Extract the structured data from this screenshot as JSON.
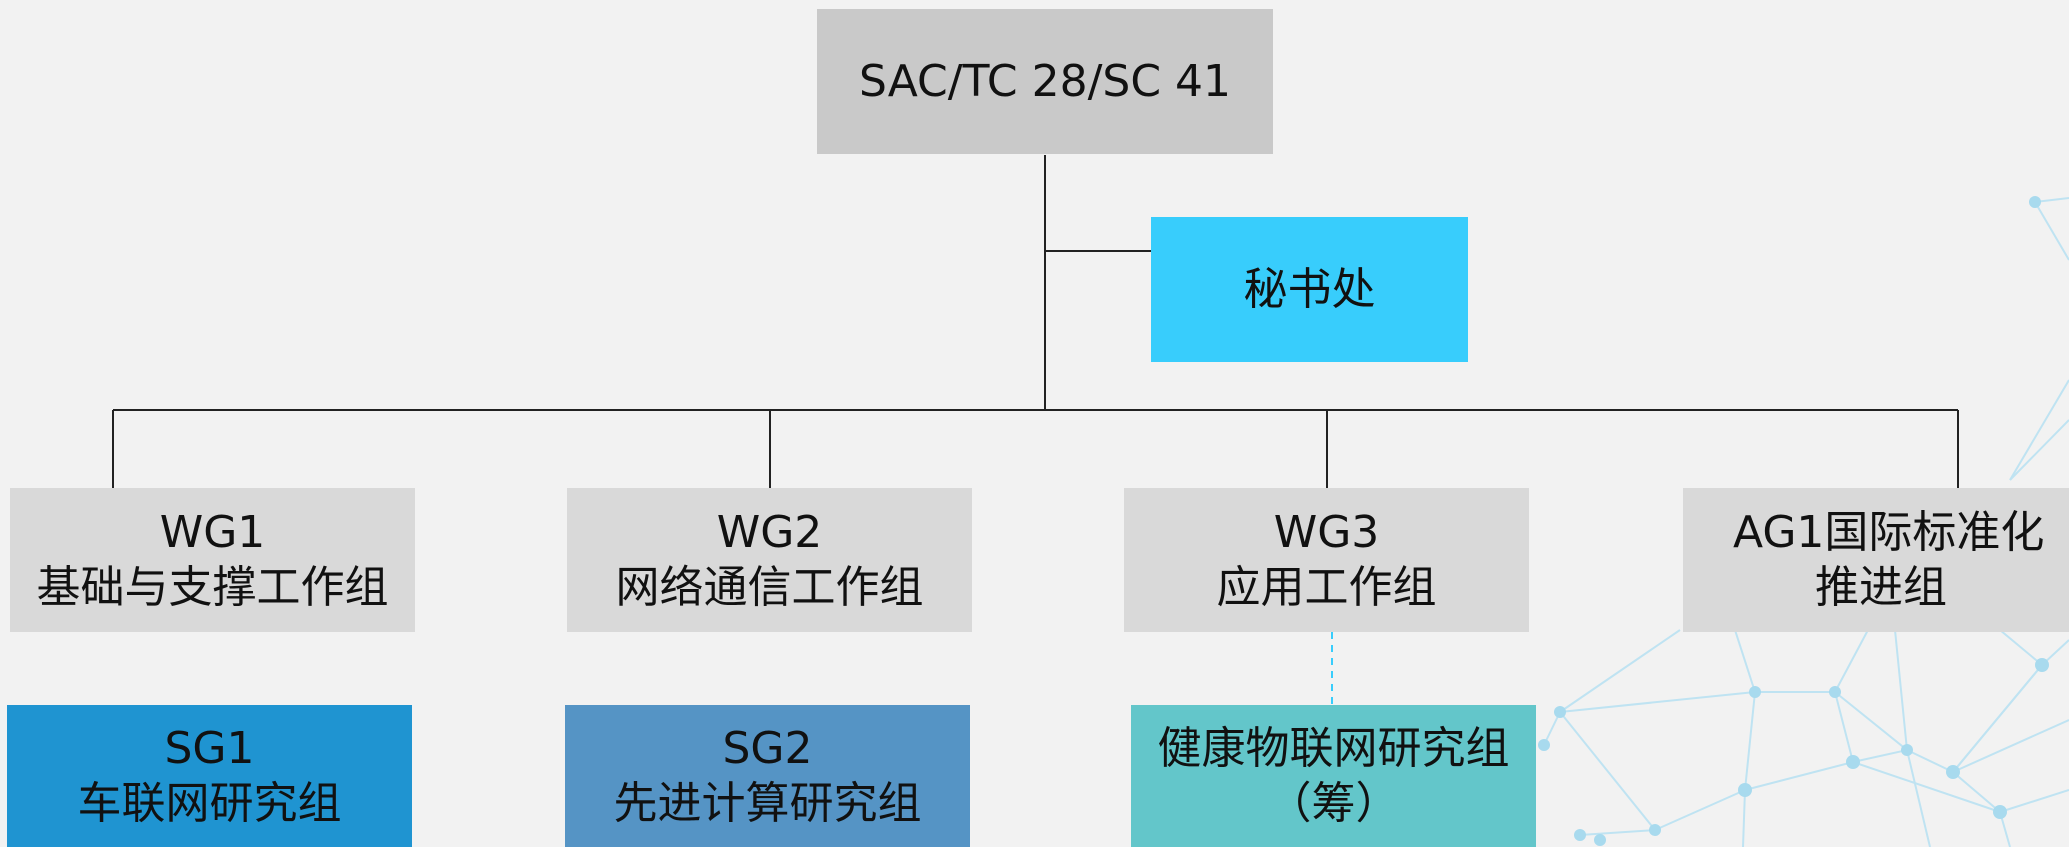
{
  "diagram": {
    "root": {
      "label": "SAC/TC 28/SC 41"
    },
    "secretariat": {
      "label": "秘书处"
    },
    "working_groups": [
      {
        "line1": "WG1",
        "line2": "基础与支撑工作组"
      },
      {
        "line1": "WG2",
        "line2": "网络通信工作组"
      },
      {
        "line1": "WG3",
        "line2": "应用工作组"
      },
      {
        "line1": "AG1国际标准化",
        "line2": "推进组"
      }
    ],
    "study_groups": [
      {
        "line1": "SG1",
        "line2": "车联网研究组"
      },
      {
        "line1": "SG2",
        "line2": "先进计算研究组"
      },
      {
        "line1": "健康物联网研究组",
        "line2": "（筹）"
      }
    ]
  },
  "colors": {
    "background": "#f2f2f2",
    "root_box": "#c9c9c9",
    "secretariat_box": "#38cdfc",
    "wg_box": "#d9d9d9",
    "sg1_box": "#1f94d1",
    "sg2_box": "#5594c5",
    "sg3_box": "#63c6ca",
    "connector": "#222222",
    "dashed_connector": "#38cdfc",
    "network_decoration": "#bfe3f2"
  }
}
